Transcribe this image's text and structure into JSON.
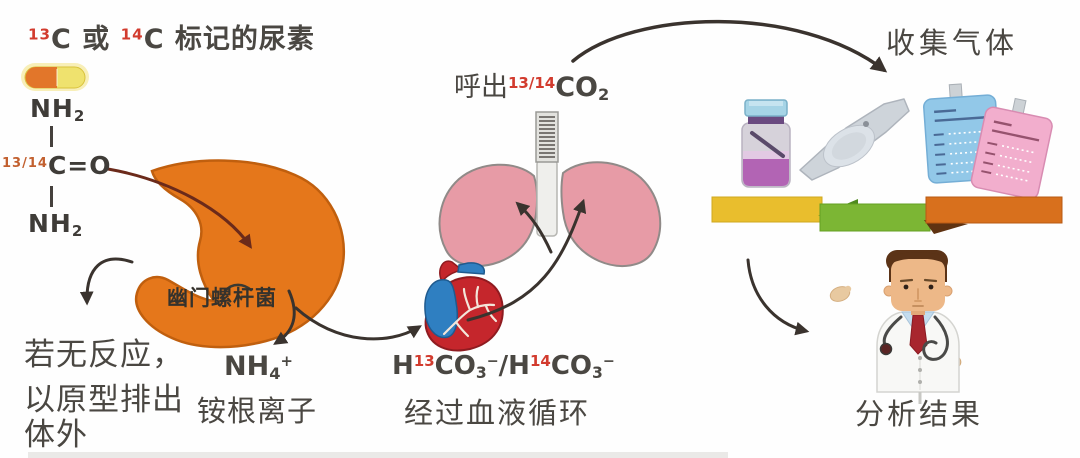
{
  "title": {
    "iso1": "13",
    "c1": "C",
    "or": " 或",
    "iso2": "14",
    "c2": "C",
    "rest": " 标记的尿素"
  },
  "urea": {
    "nh": "NH",
    "h_sub": "2",
    "iso": "13/14",
    "co": "C=O"
  },
  "stomach_label": "幽门螺杆菌",
  "no_reaction_lines": {
    "l1": "若无反应，",
    "l2": "以原型排出",
    "l3": "体外"
  },
  "ammonium": {
    "nh": "NH",
    "sub": "4",
    "sup": "+",
    "name": "铵根离子"
  },
  "exhale": {
    "prefix": "呼出",
    "iso": "13/14",
    "co": "CO",
    "sub": "2"
  },
  "bicarb": {
    "h": "H",
    "iso1": "13",
    "iso2": "14",
    "co": "CO",
    "sub": "3",
    "sup": "−",
    "slash": "/",
    "caption": "经过血液循环"
  },
  "collect_label": "收集气体",
  "analyze_label": "分析结果",
  "colors": {
    "text_dark": "#4a4742",
    "iso_red": "#d23b2e",
    "iso_orange": "#c2602f",
    "stomach": "#e5771b",
    "lung": "#e79ba6",
    "heart_red": "#c5262c",
    "heart_blue": "#2f7fc1",
    "capsule_orange": "#e2762a",
    "capsule_yellow": "#efe26e",
    "vial_body": "#d6d2da",
    "vial_liquid": "#b264b4",
    "vial_cap": "#a6d4e6",
    "bag_blue": "#92c8e8",
    "bag_pink": "#f2aecd",
    "bar_yellow": "#e9be2d",
    "bar_green": "#7cb634",
    "bar_orange": "#d8701d",
    "arrow": "#3a332e"
  }
}
